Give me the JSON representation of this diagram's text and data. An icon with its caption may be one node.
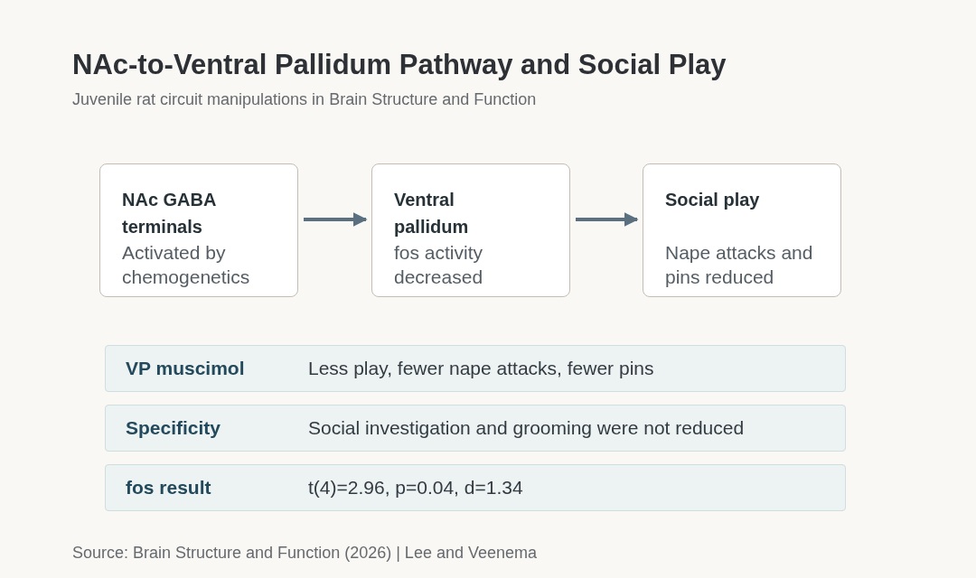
{
  "diagram": {
    "title": "NAc-to-Ventral Pallidum Pathway and Social Play",
    "caption": "Source: Brain Structure and Function (2026) | Lee and Veenema",
    "nodes": [
      {
        "text": [
          "NAc GABA terminals",
          "Activated by chemogenetics"
        ]
      },
      {
        "text": [
          "Ventral pallidum",
          "fos activity decreased"
        ]
      },
      {
        "text": [
          "Social play",
          "Nape attacks and pins reduced"
        ]
      },
      {
        "text": [
          "VP muscimol",
          "Less play, fewer nape attacks, fewer pins"
        ]
      },
      {
        "text": [
          "Specificity",
          "Social investigation and grooming were not reduced"
        ]
      },
      {
        "text": [
          "fos result",
          "t(4)=2.96, p=0.04, d=1.34"
        ]
      }
    ],
    "edges": [
      {
        "from": 0,
        "to": 1,
        "arrow": "to"
      },
      {
        "from": 1,
        "to": 2,
        "arrow": "to"
      }
    ],
    "labels": [
      "Juvenile rat circuit manipulations in Brain Structure and Function"
    ]
  }
}
